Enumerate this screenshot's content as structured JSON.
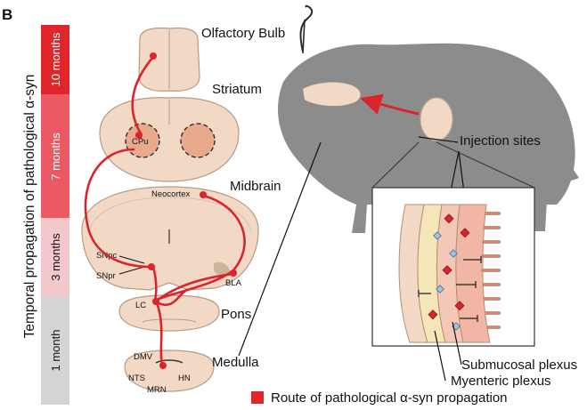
{
  "figure": {
    "panel_letter": "B",
    "y_axis_label": "Temporal propagation of pathological α-syn",
    "time_bands": [
      {
        "label": "10 months",
        "color": "#e0262b"
      },
      {
        "label": "7 months",
        "color": "#eb5a63"
      },
      {
        "label": "3 months",
        "color": "#f4c7cb"
      },
      {
        "label": "1 month",
        "color": "#d4d4d4"
      }
    ],
    "regions": {
      "olfactory_bulb": "Olfactory Bulb",
      "striatum": "Striatum",
      "midbrain": "Midbrain",
      "pons": "Pons",
      "medulla": "Medulla"
    },
    "nuclei": {
      "cpu": "CPu",
      "neocortex": "Neocortex",
      "snpc": "SNpc",
      "snpr": "SNpr",
      "bla": "BLA",
      "lc": "LC",
      "dmv": "DMV",
      "nts": "NTS",
      "hn": "HN",
      "mrn": "MRN"
    },
    "gut": {
      "injection_sites": "Injection sites",
      "submucosal_plexus": "Submucosal plexus",
      "myenteric_plexus": "Myenteric plexus"
    },
    "legend": {
      "route_label": "Route of pathological α-syn propagation",
      "route_color": "#e0262b"
    },
    "colors": {
      "brain_tissue": "#f1d9c6",
      "mouse": "#8c8c8c",
      "route": "#d9252b"
    }
  }
}
